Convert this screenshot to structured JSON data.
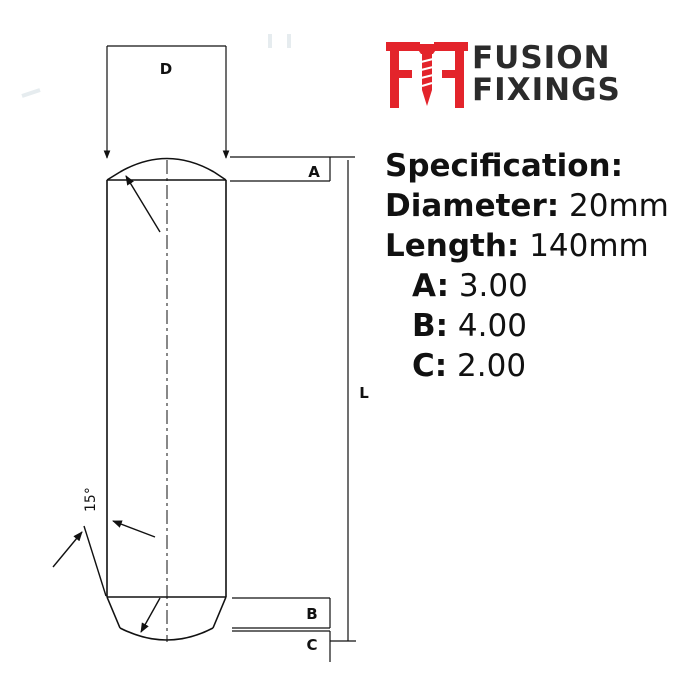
{
  "brand": {
    "name_line1": "FUSION",
    "name_line2": "FIXINGS",
    "primary_color": "#e3242b",
    "text_color": "#2b2b2b"
  },
  "drawing": {
    "label_d": "D",
    "label_a": "A",
    "label_b": "B",
    "label_c": "C",
    "label_l": "L",
    "label_angle": "15°"
  },
  "specification": {
    "heading": "Specification:",
    "diameter_label": "Diameter:",
    "diameter_value": "20mm",
    "length_label": "Length:",
    "length_value": "140mm",
    "a_label": "A:",
    "a_value": "3.00",
    "b_label": "B:",
    "b_value": "4.00",
    "c_label": "C:",
    "c_value": "2.00"
  }
}
